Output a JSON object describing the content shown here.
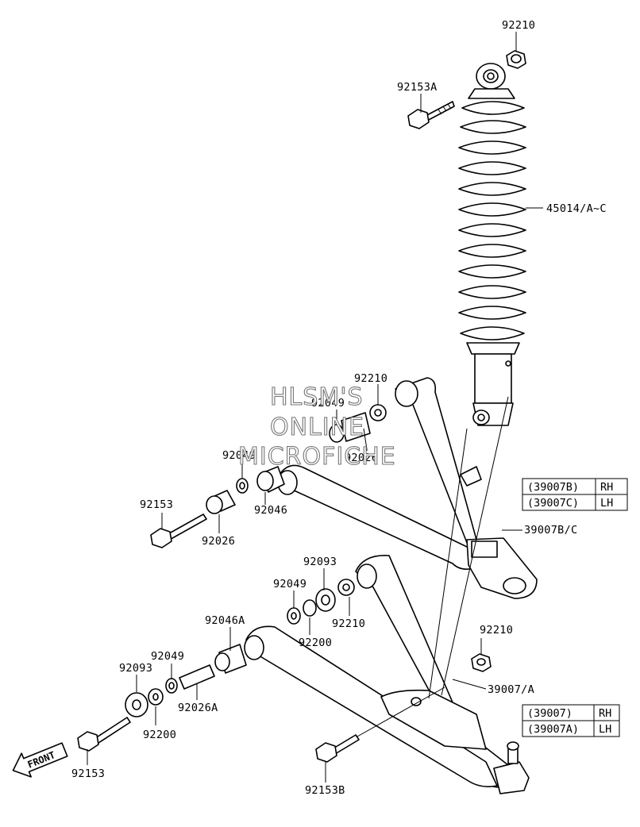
{
  "labels": {
    "l92210_top": "92210",
    "l92153A": "92153A",
    "l45014": "45014/A~C",
    "l92210_mid": "92210",
    "l92049_mid": "92049",
    "l92026_mid": "92026",
    "l92049_left": "92049",
    "l92046": "92046",
    "l92153_upper": "92153",
    "l92026_left": "92026",
    "l39007BC": "39007B/C",
    "l92093_mid": "92093",
    "l92049_low": "92049",
    "l92210_low": "92210",
    "l92200_mid": "92200",
    "l92046A": "92046A",
    "l92049_lowleft": "92049",
    "l92093_left": "92093",
    "l92210_right": "92210",
    "l39007A": "39007/A",
    "l92026A": "92026A",
    "l92200_left": "92200",
    "l92153_lower": "92153",
    "l92153B": "92153B"
  },
  "table_upper": {
    "rows": [
      {
        "part": "(39007B)",
        "side": "RH"
      },
      {
        "part": "(39007C)",
        "side": "LH"
      }
    ]
  },
  "table_lower": {
    "rows": [
      {
        "part": "(39007)",
        "side": "RH"
      },
      {
        "part": "(39007A)",
        "side": "LH"
      }
    ]
  },
  "watermark": {
    "line1": "HLSM'S",
    "line2": "ONLINE",
    "line3": "MICROFICHE"
  },
  "front_arrow": {
    "label": "FRONT"
  }
}
